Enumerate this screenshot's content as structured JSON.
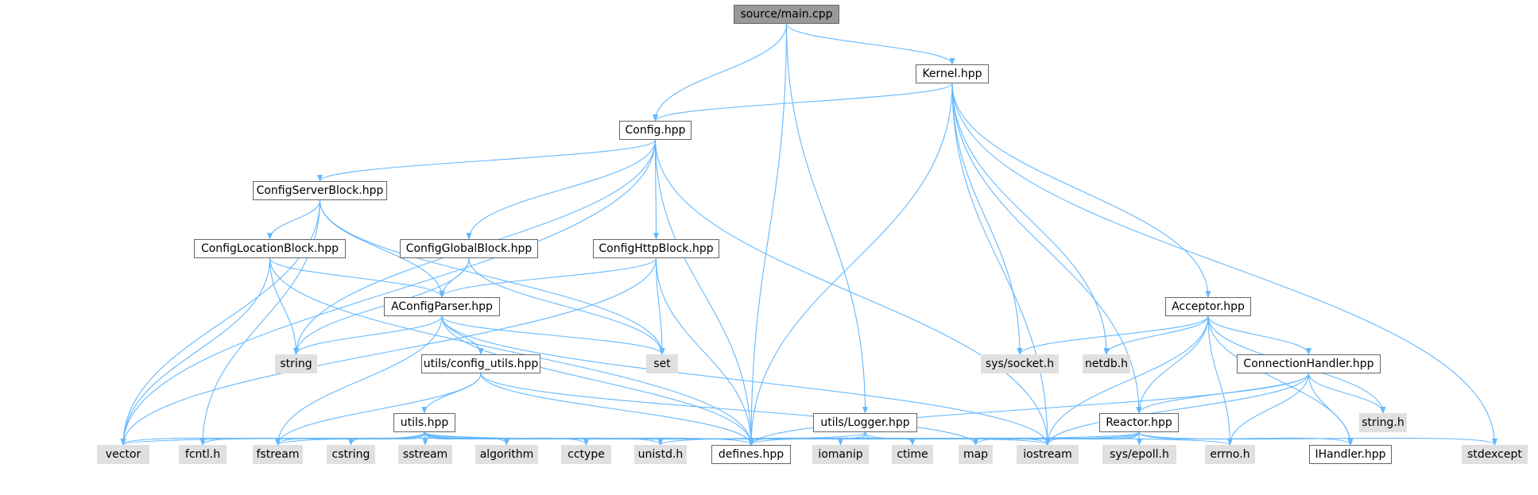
{
  "graph": {
    "colors": {
      "edge": "#63b8ff",
      "node_border": "#666666",
      "root_fill": "#999999",
      "system_fill": "#e0e0e0",
      "internal_fill": "#ffffff"
    },
    "nodes": [
      {
        "id": "main",
        "label": "source/main.cpp",
        "kind": "root"
      },
      {
        "id": "kernel",
        "label": "Kernel.hpp",
        "kind": "internal"
      },
      {
        "id": "config",
        "label": "Config.hpp",
        "kind": "internal"
      },
      {
        "id": "serverblock",
        "label": "ConfigServerBlock.hpp",
        "kind": "internal"
      },
      {
        "id": "locationblock",
        "label": "ConfigLocationBlock.hpp",
        "kind": "internal"
      },
      {
        "id": "globalblock",
        "label": "ConfigGlobalBlock.hpp",
        "kind": "internal"
      },
      {
        "id": "httpblock",
        "label": "ConfigHttpBlock.hpp",
        "kind": "internal"
      },
      {
        "id": "aconfigparser",
        "label": "AConfigParser.hpp",
        "kind": "internal"
      },
      {
        "id": "string",
        "label": "string",
        "kind": "system"
      },
      {
        "id": "set",
        "label": "set",
        "kind": "system"
      },
      {
        "id": "configutils",
        "label": "utils/config_utils.hpp",
        "kind": "internal"
      },
      {
        "id": "utils",
        "label": "utils.hpp",
        "kind": "internal"
      },
      {
        "id": "logger",
        "label": "utils/Logger.hpp",
        "kind": "internal"
      },
      {
        "id": "acceptor",
        "label": "Acceptor.hpp",
        "kind": "internal"
      },
      {
        "id": "socket",
        "label": "sys/socket.h",
        "kind": "system"
      },
      {
        "id": "netdb",
        "label": "netdb.h",
        "kind": "system"
      },
      {
        "id": "connhandler",
        "label": "ConnectionHandler.hpp",
        "kind": "internal"
      },
      {
        "id": "stringh",
        "label": "string.h",
        "kind": "system"
      },
      {
        "id": "reactor",
        "label": "Reactor.hpp",
        "kind": "internal"
      },
      {
        "id": "vector",
        "label": "vector",
        "kind": "system"
      },
      {
        "id": "fcntl",
        "label": "fcntl.h",
        "kind": "system"
      },
      {
        "id": "fstream",
        "label": "fstream",
        "kind": "system"
      },
      {
        "id": "cstring",
        "label": "cstring",
        "kind": "system"
      },
      {
        "id": "sstream",
        "label": "sstream",
        "kind": "system"
      },
      {
        "id": "algorithm",
        "label": "algorithm",
        "kind": "system"
      },
      {
        "id": "cctype",
        "label": "cctype",
        "kind": "system"
      },
      {
        "id": "unistd",
        "label": "unistd.h",
        "kind": "system"
      },
      {
        "id": "defines",
        "label": "defines.hpp",
        "kind": "internal"
      },
      {
        "id": "iomanip",
        "label": "iomanip",
        "kind": "system"
      },
      {
        "id": "ctime",
        "label": "ctime",
        "kind": "system"
      },
      {
        "id": "map",
        "label": "map",
        "kind": "system"
      },
      {
        "id": "iostream",
        "label": "iostream",
        "kind": "system"
      },
      {
        "id": "epoll",
        "label": "sys/epoll.h",
        "kind": "system"
      },
      {
        "id": "errno",
        "label": "errno.h",
        "kind": "system"
      },
      {
        "id": "ihandler",
        "label": "IHandler.hpp",
        "kind": "internal"
      },
      {
        "id": "stdexcept",
        "label": "stdexcept",
        "kind": "system"
      }
    ],
    "edges": [
      [
        "main",
        "kernel"
      ],
      [
        "main",
        "config"
      ],
      [
        "main",
        "logger"
      ],
      [
        "main",
        "defines"
      ],
      [
        "kernel",
        "config"
      ],
      [
        "kernel",
        "defines"
      ],
      [
        "kernel",
        "iostream"
      ],
      [
        "kernel",
        "reactor"
      ],
      [
        "kernel",
        "socket"
      ],
      [
        "kernel",
        "netdb"
      ],
      [
        "kernel",
        "acceptor"
      ],
      [
        "kernel",
        "stdexcept"
      ],
      [
        "config",
        "serverblock"
      ],
      [
        "config",
        "globalblock"
      ],
      [
        "config",
        "httpblock"
      ],
      [
        "config",
        "string"
      ],
      [
        "config",
        "vector"
      ],
      [
        "config",
        "defines"
      ],
      [
        "config",
        "iostream"
      ],
      [
        "serverblock",
        "locationblock"
      ],
      [
        "serverblock",
        "aconfigparser"
      ],
      [
        "serverblock",
        "set"
      ],
      [
        "serverblock",
        "vector"
      ],
      [
        "serverblock",
        "fcntl"
      ],
      [
        "locationblock",
        "aconfigparser"
      ],
      [
        "locationblock",
        "string"
      ],
      [
        "locationblock",
        "vector"
      ],
      [
        "locationblock",
        "defines"
      ],
      [
        "globalblock",
        "aconfigparser"
      ],
      [
        "globalblock",
        "string"
      ],
      [
        "globalblock",
        "set"
      ],
      [
        "httpblock",
        "aconfigparser"
      ],
      [
        "httpblock",
        "set"
      ],
      [
        "httpblock",
        "vector"
      ],
      [
        "httpblock",
        "defines"
      ],
      [
        "aconfigparser",
        "string"
      ],
      [
        "aconfigparser",
        "set"
      ],
      [
        "aconfigparser",
        "configutils"
      ],
      [
        "aconfigparser",
        "fstream"
      ],
      [
        "aconfigparser",
        "defines"
      ],
      [
        "aconfigparser",
        "iostream"
      ],
      [
        "configutils",
        "utils"
      ],
      [
        "configutils",
        "fstream"
      ],
      [
        "configutils",
        "defines"
      ],
      [
        "configutils",
        "map"
      ],
      [
        "utils",
        "vector"
      ],
      [
        "utils",
        "fcntl"
      ],
      [
        "utils",
        "fstream"
      ],
      [
        "utils",
        "cstring"
      ],
      [
        "utils",
        "sstream"
      ],
      [
        "utils",
        "algorithm"
      ],
      [
        "utils",
        "cctype"
      ],
      [
        "utils",
        "unistd"
      ],
      [
        "utils",
        "defines"
      ],
      [
        "utils",
        "iostream"
      ],
      [
        "utils",
        "errno"
      ],
      [
        "logger",
        "fstream"
      ],
      [
        "logger",
        "defines"
      ],
      [
        "logger",
        "iomanip"
      ],
      [
        "logger",
        "ctime"
      ],
      [
        "logger",
        "iostream"
      ],
      [
        "acceptor",
        "socket"
      ],
      [
        "acceptor",
        "netdb"
      ],
      [
        "acceptor",
        "connhandler"
      ],
      [
        "acceptor",
        "reactor"
      ],
      [
        "acceptor",
        "stringh"
      ],
      [
        "acceptor",
        "iostream"
      ],
      [
        "acceptor",
        "errno"
      ],
      [
        "acceptor",
        "ihandler"
      ],
      [
        "connhandler",
        "reactor"
      ],
      [
        "connhandler",
        "stringh"
      ],
      [
        "connhandler",
        "defines"
      ],
      [
        "connhandler",
        "iostream"
      ],
      [
        "connhandler",
        "errno"
      ],
      [
        "connhandler",
        "ihandler"
      ],
      [
        "reactor",
        "map"
      ],
      [
        "reactor",
        "iostream"
      ],
      [
        "reactor",
        "epoll"
      ],
      [
        "reactor",
        "ihandler"
      ],
      [
        "reactor",
        "stdexcept"
      ],
      [
        "reactor",
        "defines"
      ],
      [
        "reactor",
        "unistd"
      ],
      [
        "reactor",
        "vector"
      ]
    ]
  }
}
